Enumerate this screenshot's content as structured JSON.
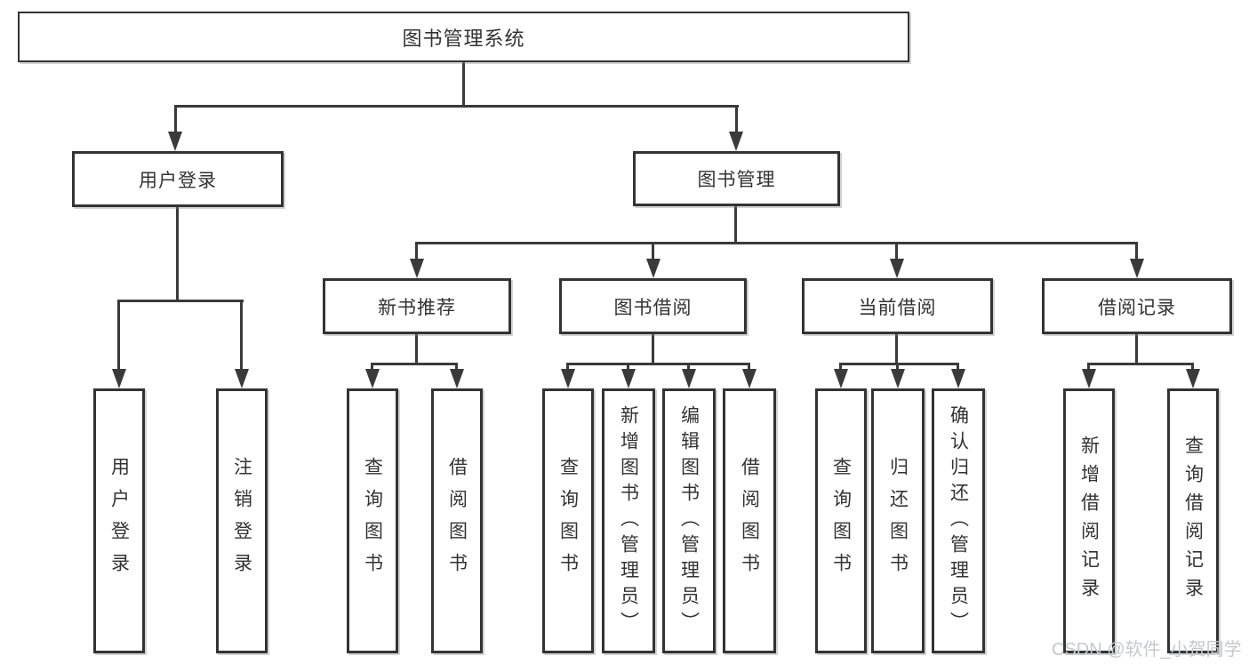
{
  "tree": {
    "label": "图书管理系统",
    "children": [
      {
        "label": "用户登录",
        "children": [
          {
            "label": "用户登录"
          },
          {
            "label": "注销登录"
          }
        ]
      },
      {
        "label": "图书管理",
        "children": [
          {
            "label": "新书推荐",
            "children": [
              {
                "label": "查询图书"
              },
              {
                "label": "借阅图书"
              }
            ]
          },
          {
            "label": "图书借阅",
            "children": [
              {
                "label": "查询图书"
              },
              {
                "label": "新增图书（管理员）"
              },
              {
                "label": "编辑图书（管理员）"
              },
              {
                "label": "借阅图书"
              }
            ]
          },
          {
            "label": "当前借阅",
            "children": [
              {
                "label": "查询图书"
              },
              {
                "label": "归还图书"
              },
              {
                "label": "确认归还（管理员）"
              }
            ]
          },
          {
            "label": "借阅记录",
            "children": [
              {
                "label": "新增借阅记录"
              },
              {
                "label": "查询借阅记录"
              }
            ]
          }
        ]
      }
    ]
  },
  "watermark": {
    "text": "CSDN @软件_小贺同学"
  },
  "colors": {
    "background": "#ffffff",
    "line": "#3a3a3a",
    "box_border": "#333333",
    "text": "#333333",
    "watermark": "#c4c9ce"
  }
}
